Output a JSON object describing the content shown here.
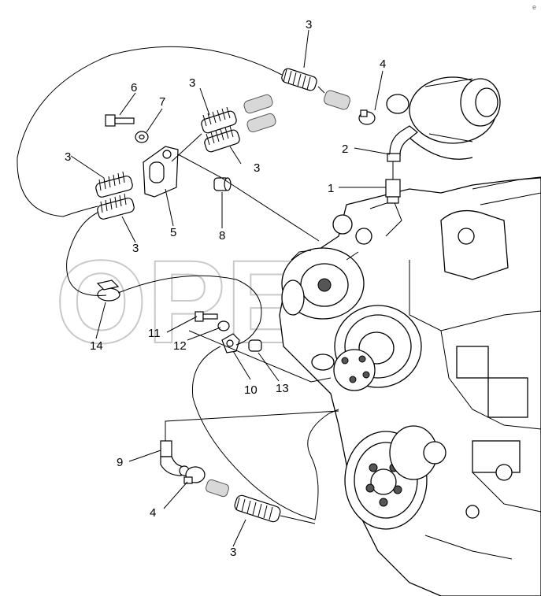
{
  "watermark": {
    "text": "OPEN"
  },
  "corner_mark": "e",
  "callouts": [
    {
      "id": "c-1",
      "text": "1"
    },
    {
      "id": "c-2",
      "text": "2"
    },
    {
      "id": "c-3a",
      "text": "3"
    },
    {
      "id": "c-3b",
      "text": "3"
    },
    {
      "id": "c-3c",
      "text": "3"
    },
    {
      "id": "c-3d",
      "text": "3"
    },
    {
      "id": "c-3e",
      "text": "3"
    },
    {
      "id": "c-3f",
      "text": "3"
    },
    {
      "id": "c-4a",
      "text": "4"
    },
    {
      "id": "c-4b",
      "text": "4"
    },
    {
      "id": "c-5",
      "text": "5"
    },
    {
      "id": "c-6",
      "text": "6"
    },
    {
      "id": "c-7",
      "text": "7"
    },
    {
      "id": "c-8",
      "text": "8"
    },
    {
      "id": "c-9",
      "text": "9"
    },
    {
      "id": "c-10",
      "text": "10"
    },
    {
      "id": "c-11",
      "text": "11"
    },
    {
      "id": "c-12",
      "text": "12"
    },
    {
      "id": "c-13",
      "text": "13"
    },
    {
      "id": "c-14",
      "text": "14"
    }
  ],
  "colors": {
    "line": "#000000",
    "watermark": "#c9c9c9",
    "background": "#ffffff"
  }
}
